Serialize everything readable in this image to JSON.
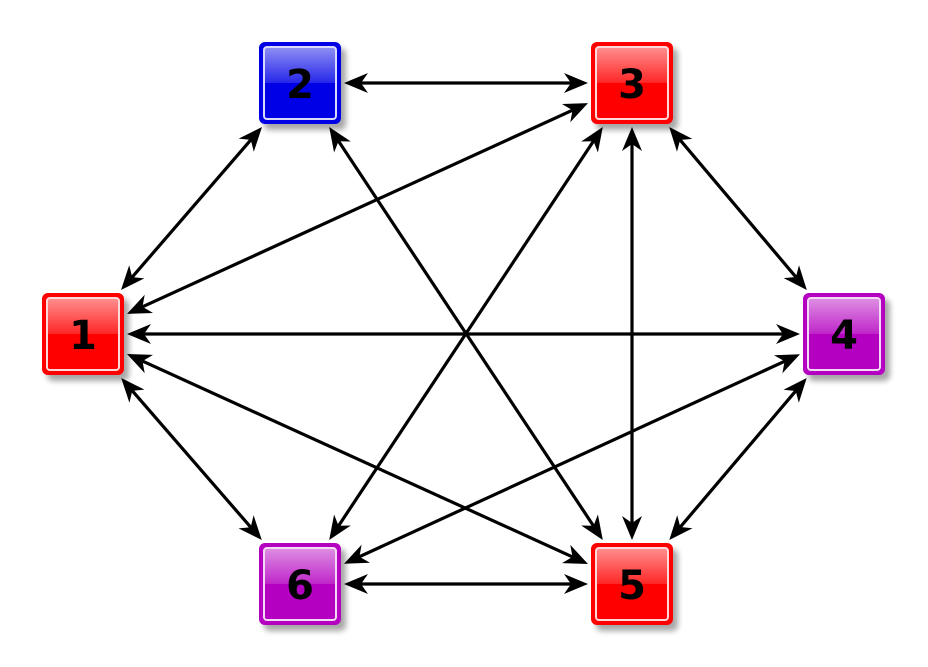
{
  "diagram": {
    "type": "directed-graph",
    "edge_style": "bidirectional-arrows",
    "colors": {
      "red": "#ff0000",
      "blue": "#0000e6",
      "purple": "#b400c0",
      "edge": "#000000"
    },
    "nodes": [
      {
        "id": "1",
        "label": "1",
        "color": "red"
      },
      {
        "id": "2",
        "label": "2",
        "color": "blue"
      },
      {
        "id": "3",
        "label": "3",
        "color": "red"
      },
      {
        "id": "4",
        "label": "4",
        "color": "purple"
      },
      {
        "id": "5",
        "label": "5",
        "color": "red"
      },
      {
        "id": "6",
        "label": "6",
        "color": "purple"
      }
    ],
    "edges": [
      {
        "from": "1",
        "to": "2"
      },
      {
        "from": "2",
        "to": "3"
      },
      {
        "from": "3",
        "to": "1"
      },
      {
        "from": "3",
        "to": "4"
      },
      {
        "from": "3",
        "to": "5"
      },
      {
        "from": "3",
        "to": "6"
      },
      {
        "from": "1",
        "to": "4"
      },
      {
        "from": "1",
        "to": "5"
      },
      {
        "from": "1",
        "to": "6"
      },
      {
        "from": "2",
        "to": "5"
      },
      {
        "from": "4",
        "to": "5"
      },
      {
        "from": "4",
        "to": "6"
      },
      {
        "from": "6",
        "to": "5"
      }
    ]
  }
}
